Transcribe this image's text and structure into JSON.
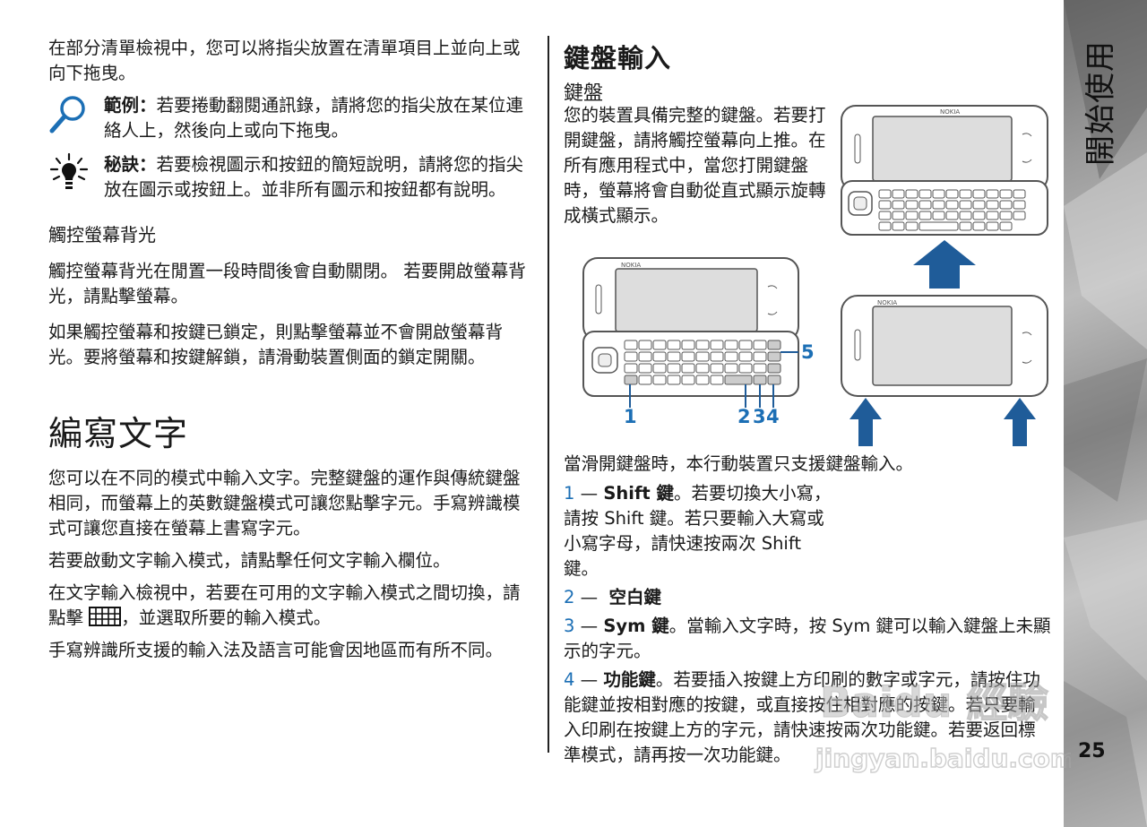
{
  "sidebar": {
    "chapter_title": "開始使用",
    "page_number": "25"
  },
  "left": {
    "intro": "在部分清單檢視中，您可以將指尖放置在清單項目上並向上或向下拖曳。",
    "example_label": "範例：",
    "example_text": "若要捲動翻閱通訊錄，請將您的指尖放在某位連絡人上，然後向上或向下拖曳。",
    "tip_label": "秘訣：",
    "tip_text": "若要檢視圖示和按鈕的簡短說明，請將您的指尖放在圖示或按鈕上。並非所有圖示和按鈕都有說明。",
    "backlight_heading": "觸控螢幕背光",
    "backlight_p1": "觸控螢幕背光在閒置一段時間後會自動關閉。 若要開啟螢幕背光，請點擊螢幕。",
    "backlight_p2": "如果觸控螢幕和按鍵已鎖定，則點擊螢幕並不會開啟螢幕背光。要將螢幕和按鍵解鎖，請滑動裝置側面的鎖定開關。",
    "section_title": "編寫文字",
    "write_p1": "您可以在不同的模式中輸入文字。完整鍵盤的運作與傳統鍵盤相同，而螢幕上的英數鍵盤模式可讓您點擊字元。手寫辨識模式可讓您直接在螢幕上書寫字元。",
    "write_p2": "若要啟動文字輸入模式，請點擊任何文字輸入欄位。",
    "write_p3_a": "在文字輸入檢視中，若要在可用的文字輸入模式之間切換，請點擊",
    "write_p3_b": "，並選取所要的輸入模式。",
    "write_p4": "手寫辨識所支援的輸入法及語言可能會因地區而有所不同。"
  },
  "right": {
    "title": "鍵盤輸入",
    "subtitle": "鍵盤",
    "keyboard_p": "您的裝置具備完整的鍵盤。若要打開鍵盤，請將觸控螢幕向上推。在所有應用程式中，當您打開鍵盤時，螢幕將會自動從直式顯示旋轉成橫式顯示。",
    "phone_brand": "NOKIA",
    "callouts": [
      "1",
      "2",
      "3",
      "4",
      "5"
    ],
    "after_image": "當滑開鍵盤時，本行動裝置只支援鍵盤輸入。",
    "items": [
      {
        "num": "1",
        "dash": " — ",
        "label": "Shift 鍵",
        "text": "。若要切換大小寫，請按 Shift 鍵。若只要輸入大寫或小寫字母，請快速按兩次 Shift 鍵。"
      },
      {
        "num": "2",
        "dash": " —  ",
        "label": "空白鍵",
        "text": ""
      },
      {
        "num": "3",
        "dash": " — ",
        "label": "Sym 鍵",
        "text": "。當輸入文字時，按 Sym 鍵可以輸入鍵盤上未顯示的字元。"
      },
      {
        "num": "4",
        "dash": " — ",
        "label": "功能鍵",
        "text": "。若要插入按鍵上方印刷的數字或字元，請按住功能鍵並按相對應的按鍵，或直接按住相對應的按鍵。若只要輸入印刷在按鍵上方的字元，請快速按兩次功能鍵。若要返回標準模式，請再按一次功能鍵。"
      }
    ]
  },
  "watermark": {
    "text": "Baidu 經驗",
    "url": "jingyan.baidu.com"
  }
}
